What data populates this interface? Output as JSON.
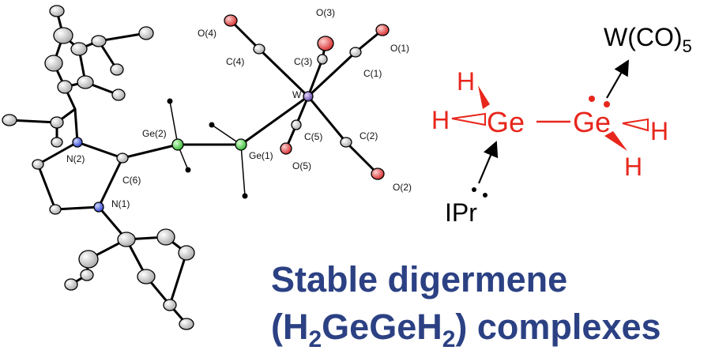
{
  "crystal_structure": {
    "atom_labels": {
      "O4": "O(4)",
      "O3": "O(3)",
      "O1": "O(1)",
      "C4": "C(4)",
      "C3": "C(3)",
      "C1": "C(1)",
      "W": "W",
      "C5": "C(5)",
      "C2": "C(2)",
      "Ge2": "Ge(2)",
      "Ge1": "Ge(1)",
      "O5": "O(5)",
      "O2": "O(2)",
      "N2": "N(2)",
      "C6": "C(6)",
      "N1": "N(1)"
    }
  },
  "scheme": {
    "metal_fragment": "W(CO)",
    "metal_fragment_sub": "5",
    "h_label": "H",
    "ge_label": "Ge",
    "ligand": "IPr"
  },
  "title": {
    "line1": "Stable digermene",
    "line2_open": "(H",
    "line2_sub1": "2",
    "line2_mid": "GeGeH",
    "line2_sub2": "2",
    "line2_close": ") complexes"
  },
  "colors": {
    "title": "#2b4183",
    "scheme_red": "#e8261c",
    "germanium": "#2fb52f",
    "nitrogen": "#2a3fd0",
    "oxygen": "#d42a2a",
    "tungsten": "#5b3fa0"
  }
}
